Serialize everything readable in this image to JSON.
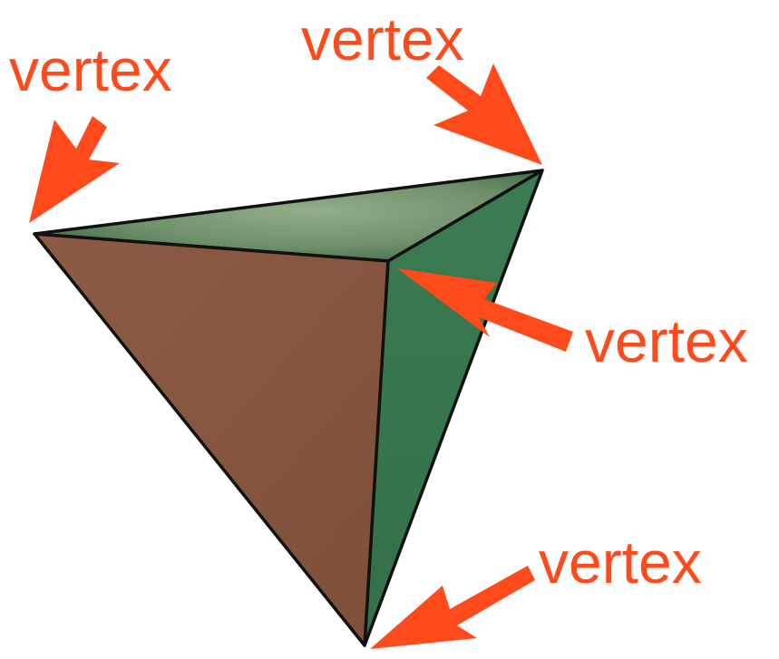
{
  "labels": {
    "top_left": "vertex",
    "top_right": "vertex",
    "middle_right": "vertex",
    "bottom_right": "vertex"
  },
  "colors": {
    "label_and_arrow": "#ff4a1c",
    "front_face": "#8a5a43",
    "right_face": "#3a7a50",
    "top_face_light": "#8fa886",
    "top_face_dark": "#3f6e4a",
    "edge": "#111111"
  },
  "shape": "tetrahedron"
}
